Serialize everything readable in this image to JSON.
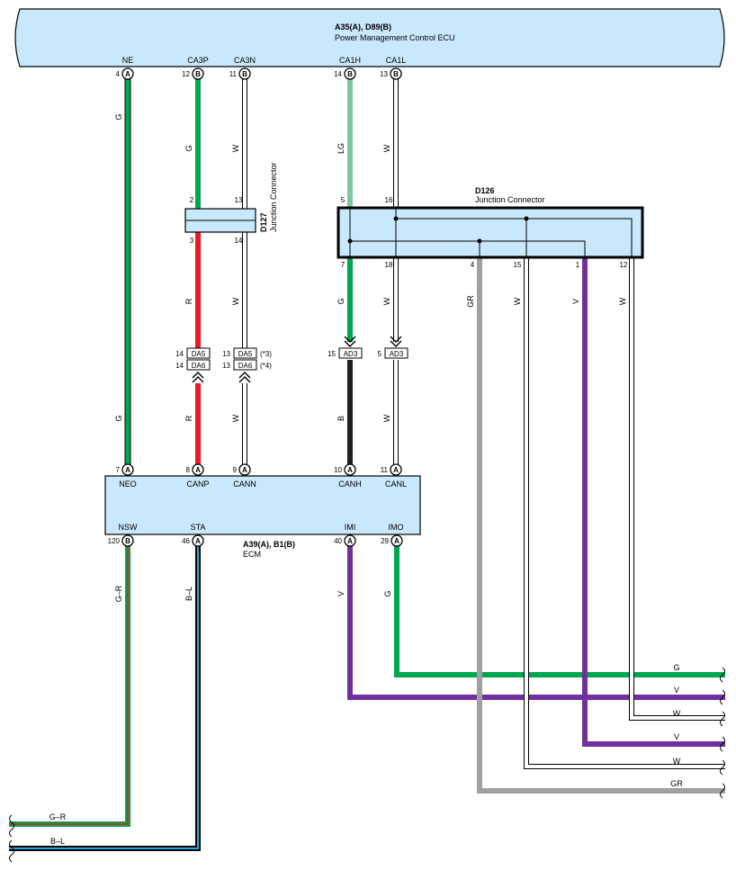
{
  "pm_ecu": {
    "ref": "A35(A), D89(B)",
    "name": "Power Management Control ECU",
    "pins": [
      {
        "label": "NE",
        "num": "4",
        "conn": "A"
      },
      {
        "label": "CA3P",
        "num": "12",
        "conn": "B"
      },
      {
        "label": "CA3N",
        "num": "11",
        "conn": "B"
      },
      {
        "label": "CA1H",
        "num": "14",
        "conn": "B"
      },
      {
        "label": "CA1L",
        "num": "13",
        "conn": "B"
      }
    ]
  },
  "ecm": {
    "ref": "A39(A), B1(B)",
    "name": "ECM",
    "top_pins": [
      {
        "label": "NEO",
        "num": "7",
        "conn": "A"
      },
      {
        "label": "CANP",
        "num": "8",
        "conn": "A"
      },
      {
        "label": "CANN",
        "num": "9",
        "conn": "A"
      },
      {
        "label": "CANH",
        "num": "10",
        "conn": "A"
      },
      {
        "label": "CANL",
        "num": "11",
        "conn": "A"
      }
    ],
    "bottom_pins": [
      {
        "label": "NSW",
        "num": "120",
        "conn": "B"
      },
      {
        "label": "STA",
        "num": "46",
        "conn": "A"
      },
      {
        "label": "IMI",
        "num": "40",
        "conn": "A"
      },
      {
        "label": "IMO",
        "num": "29",
        "conn": "A"
      }
    ]
  },
  "d127": {
    "ref": "D127",
    "name": "Junction Connector",
    "pins_top": [
      "2",
      "13"
    ],
    "pins_bottom": [
      "3",
      "14"
    ]
  },
  "d126": {
    "ref": "D126",
    "name": "Junction Connector",
    "pins_top": [
      "5",
      "16"
    ],
    "pins_bottom": [
      "7",
      "18",
      "4",
      "15",
      "1",
      "12"
    ]
  },
  "inline_connectors": {
    "da5": "DA5",
    "da6": "DA6",
    "ad3": "AD3",
    "da5_pin_p": "14",
    "da6_pin_p": "14",
    "da5_pin_n": "13",
    "da6_pin_n": "13",
    "ad3_pin_h": "15",
    "ad3_pin_l": "5",
    "note3": "(*3)",
    "note4": "(*4)"
  },
  "wire_colors": {
    "ne_upper": "G",
    "ne_lower": "G",
    "ca3p_upper": "G",
    "ca3p_mid": "R",
    "ca3p_lower": "R",
    "ca3n_upper": "W",
    "ca3n_mid": "W",
    "ca3n_lower": "W",
    "ca1h_upper": "LG",
    "ca1h_mid": "G",
    "ca1h_lower": "B",
    "ca1l_upper": "W",
    "ca1l_mid": "W",
    "ca1l_lower": "W",
    "d126_4": "GR",
    "d126_15": "W",
    "d126_1": "V",
    "d126_12": "W",
    "nsw": "G–R",
    "sta": "B–L",
    "imi": "V",
    "imo": "G"
  },
  "right_exits": [
    "G",
    "V",
    "W",
    "V",
    "W",
    "GR"
  ],
  "left_exits": [
    "G–R",
    "B–L"
  ],
  "colors": {
    "green": "#00a650",
    "light_green": "#80c89c",
    "red": "#ed1c24",
    "black": "#231f20",
    "violet": "#7030a0",
    "gray": "#a0a0a0",
    "blue": "#2aa8e0",
    "ecu_fill": "#c8e8fb"
  }
}
